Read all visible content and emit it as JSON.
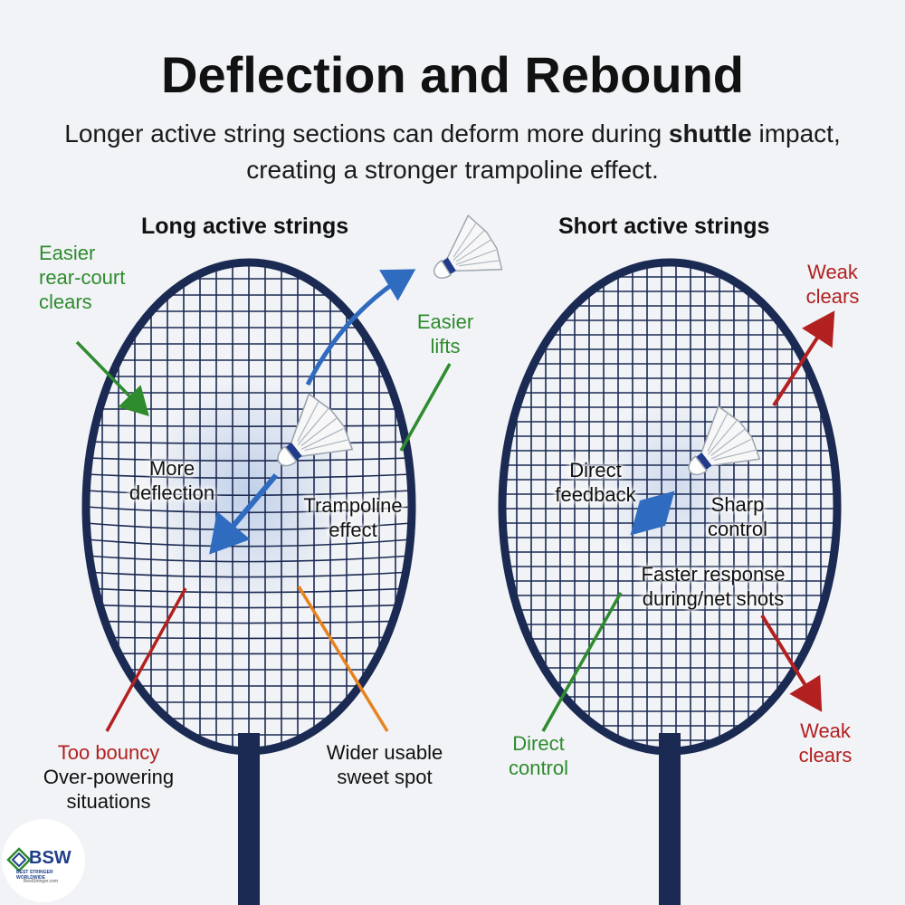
{
  "title": "Deflection and Rebound",
  "subtitle": {
    "before": "Longer active string sections can deform more during ",
    "bold": "shuttle",
    "after": " impact, creating a stronger trampoline effect."
  },
  "left_panel": {
    "heading": "Long active strings",
    "labels": {
      "rear_court": [
        "Easier",
        "rear-court",
        "clears"
      ],
      "easier_lifts": [
        "Easier",
        "lifts"
      ],
      "more_deflection": [
        "More",
        "deflection"
      ],
      "trampoline": [
        "Trampoline",
        "effect"
      ],
      "too_bouncy": "Too bouncy",
      "over_powering": [
        "Over-powering",
        "situations"
      ],
      "sweet_spot": [
        "Wider usable",
        "sweet spot"
      ]
    }
  },
  "right_panel": {
    "heading": "Short active strings",
    "labels": {
      "weak_clears_top": [
        "Weak",
        "clears"
      ],
      "direct_feedback": [
        "Direct",
        "feedback"
      ],
      "sharp_control": [
        "Sharp",
        "control"
      ],
      "faster_response": [
        "Faster response",
        "during/net shots"
      ],
      "direct_control": [
        "Direct",
        "control"
      ],
      "weak_clears_bottom": [
        "Weak",
        "clears"
      ]
    }
  },
  "logo": {
    "name": "BSW",
    "tagline": "BEST STRINGER WORLDWIDE",
    "url": "BestStringer.com"
  },
  "colors": {
    "frame": "#1b2a52",
    "string": "#1b2a52",
    "green": "#2e8b2e",
    "red": "#b32020",
    "orange": "#e8821e",
    "blue": "#2f6bbf"
  },
  "icons": [
    "shuttlecock-icon",
    "racket-icon",
    "logo-icon"
  ]
}
